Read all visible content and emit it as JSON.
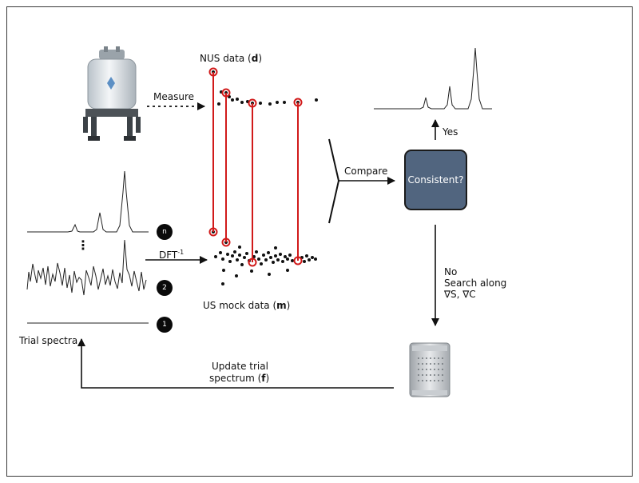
{
  "labels": {
    "nus_data_prefix": "NUS data (",
    "nus_data_symbol": "d",
    "nus_data_suffix": ")",
    "measure": "Measure",
    "compare": "Compare",
    "consistent": "Consistent?",
    "yes": "Yes",
    "no": "No",
    "search_along": "Search along",
    "gradients": "∇S, ∇C",
    "dft_inverse": "DFT",
    "dft_inverse_exp": "-1",
    "us_mock_prefix": "US mock data (",
    "us_mock_symbol": "m",
    "us_mock_suffix": ")",
    "trial_spectra": "Trial spectra",
    "update_line1": "Update trial",
    "update_line2_prefix": "spectrum (",
    "update_symbol": "f",
    "update_line2_suffix": ")",
    "vertical_ellipsis": "⋮",
    "badge_n": "n",
    "badge_2": "2",
    "badge_1": "1"
  },
  "icons": {
    "spectrometer": "nmr-spectrometer-icon",
    "computer": "computer-tower-icon"
  },
  "colors": {
    "sample_lines": "#d11a1a",
    "decision_fill": "#51657f",
    "ink": "#111111"
  }
}
